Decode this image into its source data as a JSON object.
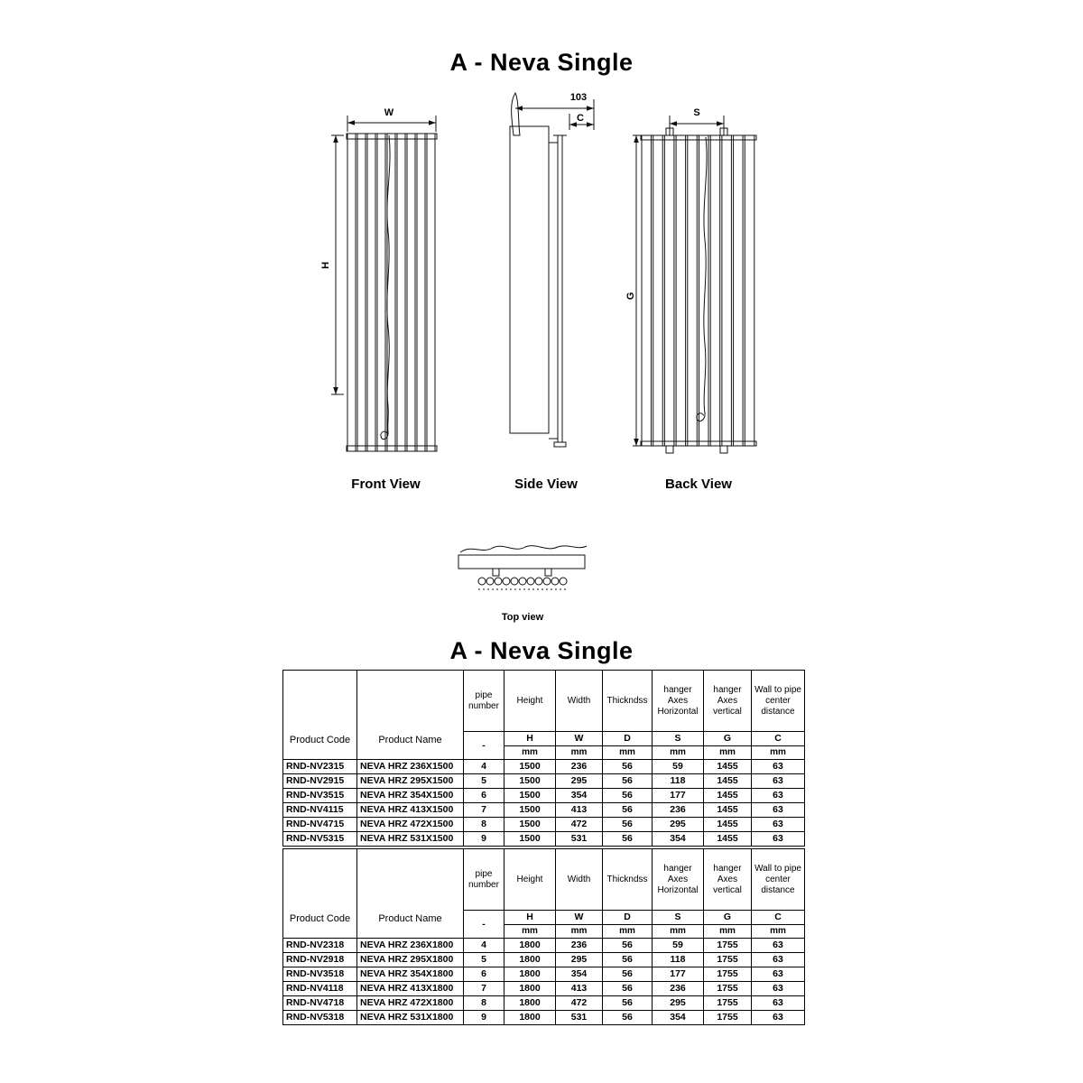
{
  "page": {
    "title_top": "A - Neva Single",
    "title_table": "A - Neva Single"
  },
  "diagram": {
    "front_view": {
      "caption": "Front View",
      "width_label": "W",
      "height_label": "H"
    },
    "side_view": {
      "caption": "Side View",
      "offset_label": "103",
      "c_label": "C"
    },
    "back_view": {
      "caption": "Back View",
      "s_label": "S",
      "g_label": "G"
    },
    "top_view": {
      "caption": "Top view"
    }
  },
  "table_headers": {
    "product_code": "Product Code",
    "product_name": "Product Name",
    "pipe": "pipe number",
    "height": "Height",
    "width": "Width",
    "thickness": "Thickndss",
    "hanger_h": "hanger Axes Horizontal",
    "hanger_v": "hanger Axes vertical",
    "wall": "Wall to pipe center distance",
    "letters": [
      "-",
      "H",
      "W",
      "D",
      "S",
      "G",
      "C"
    ],
    "units": [
      "mm",
      "mm",
      "mm",
      "mm",
      "mm",
      "mm"
    ]
  },
  "tables": [
    {
      "rows": [
        [
          "RND-NV2315",
          "NEVA HRZ 236X1500",
          "4",
          "1500",
          "236",
          "56",
          "59",
          "1455",
          "63"
        ],
        [
          "RND-NV2915",
          "NEVA HRZ 295X1500",
          "5",
          "1500",
          "295",
          "56",
          "118",
          "1455",
          "63"
        ],
        [
          "RND-NV3515",
          "NEVA HRZ 354X1500",
          "6",
          "1500",
          "354",
          "56",
          "177",
          "1455",
          "63"
        ],
        [
          "RND-NV4115",
          "NEVA HRZ 413X1500",
          "7",
          "1500",
          "413",
          "56",
          "236",
          "1455",
          "63"
        ],
        [
          "RND-NV4715",
          "NEVA HRZ 472X1500",
          "8",
          "1500",
          "472",
          "56",
          "295",
          "1455",
          "63"
        ],
        [
          "RND-NV5315",
          "NEVA HRZ 531X1500",
          "9",
          "1500",
          "531",
          "56",
          "354",
          "1455",
          "63"
        ]
      ]
    },
    {
      "rows": [
        [
          "RND-NV2318",
          "NEVA HRZ 236X1800",
          "4",
          "1800",
          "236",
          "56",
          "59",
          "1755",
          "63"
        ],
        [
          "RND-NV2918",
          "NEVA HRZ 295X1800",
          "5",
          "1800",
          "295",
          "56",
          "118",
          "1755",
          "63"
        ],
        [
          "RND-NV3518",
          "NEVA HRZ 354X1800",
          "6",
          "1800",
          "354",
          "56",
          "177",
          "1755",
          "63"
        ],
        [
          "RND-NV4118",
          "NEVA HRZ 413X1800",
          "7",
          "1800",
          "413",
          "56",
          "236",
          "1755",
          "63"
        ],
        [
          "RND-NV4718",
          "NEVA HRZ 472X1800",
          "8",
          "1800",
          "472",
          "56",
          "295",
          "1755",
          "63"
        ],
        [
          "RND-NV5318",
          "NEVA HRZ 531X1800",
          "9",
          "1800",
          "531",
          "56",
          "354",
          "1755",
          "63"
        ]
      ]
    }
  ]
}
